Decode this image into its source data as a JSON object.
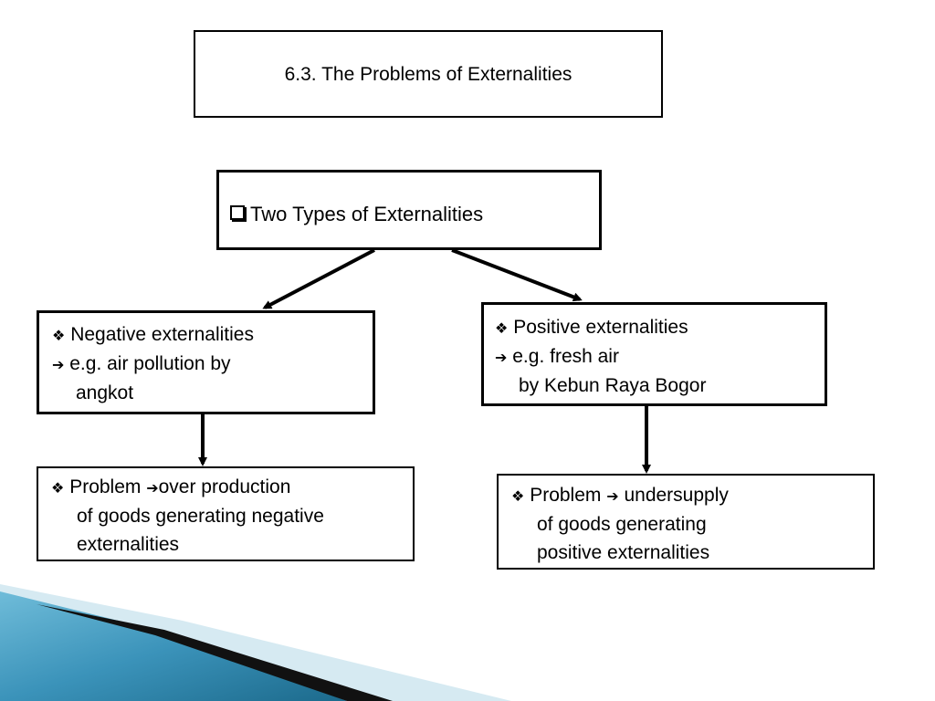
{
  "slide": {
    "title": "6.3. The Problems of Externalities",
    "types_heading": "Two Types of Externalities",
    "negative": {
      "line1": "Negative externalities",
      "line2": "e.g. air pollution by",
      "line3": "angkot"
    },
    "positive": {
      "line1": "Positive externalities",
      "line2": "e.g. fresh air",
      "line3": "by Kebun Raya Bogor"
    },
    "problem_negative": {
      "line1a": "Problem ",
      "line1b": "over production",
      "line2": "of goods generating negative",
      "line3": "externalities"
    },
    "problem_positive": {
      "line1a": "Problem ",
      "line1b": " undersupply",
      "line2": "of goods generating",
      "line3": "positive externalities"
    }
  },
  "glyphs": {
    "diamond": "❖",
    "arrow": "➔"
  },
  "colors": {
    "border": "#000000",
    "decor_light": "#cfe6f0",
    "decor_mid": "#4aa3c8",
    "decor_dark": "#1b6f93"
  }
}
